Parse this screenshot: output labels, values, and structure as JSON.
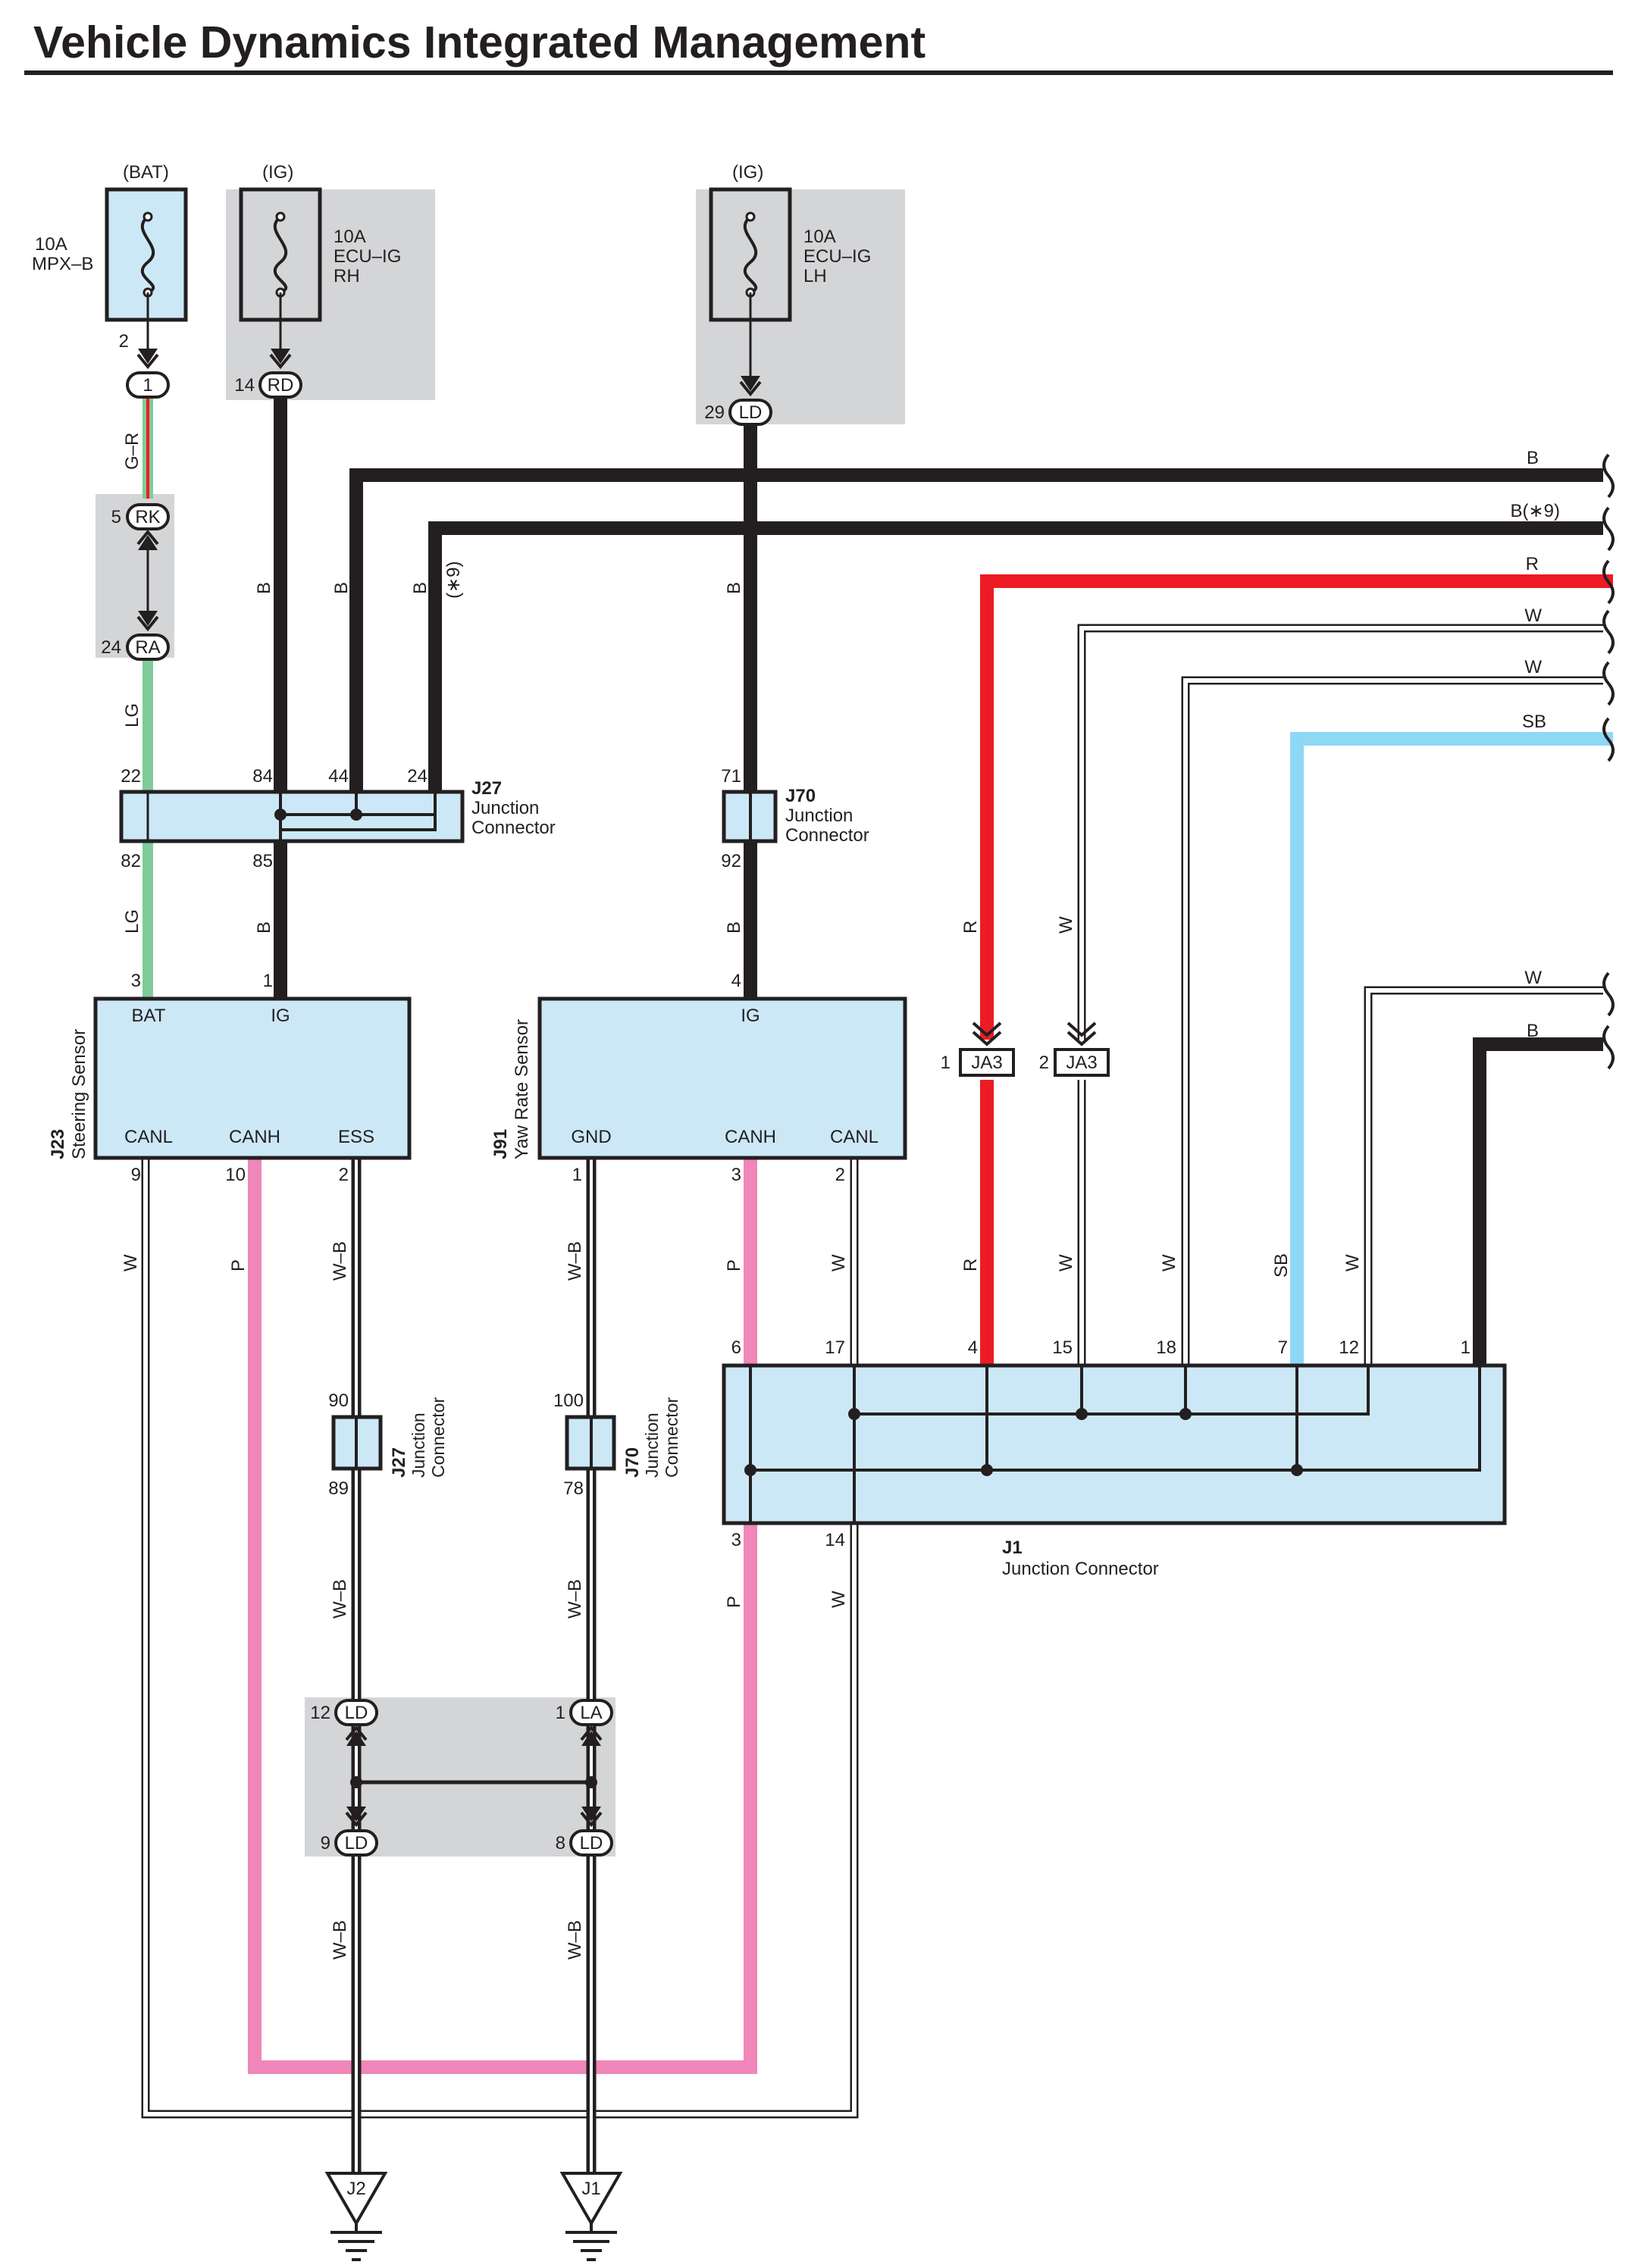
{
  "title": "Vehicle Dynamics Integrated Management",
  "colors": {
    "box_fill": "#cce8f7",
    "gray_fill": "#d4d5d7",
    "wire_black": "#231f20",
    "wire_red": "#ed1c24",
    "wire_green": "#7fcb9c",
    "wire_pink": "#ef87b9",
    "wire_blue": "#8fd8f5"
  },
  "fuses": {
    "mpxb": {
      "supply": "(BAT)",
      "line1": "10A",
      "line2": "MPX–B"
    },
    "ecuig_rh": {
      "supply": "(IG)",
      "line1": "10A",
      "line2": "ECU–IG",
      "line3": "RH"
    },
    "ecuig_lh": {
      "supply": "(IG)",
      "line1": "10A",
      "line2": "ECU–IG",
      "line3": "LH"
    }
  },
  "connectors": {
    "c1": {
      "name": "1",
      "pin": "2"
    },
    "rd": {
      "name": "RD",
      "pin": "14"
    },
    "ld_top": {
      "name": "LD",
      "pin": "29"
    },
    "rk": {
      "name": "RK",
      "pin": "5"
    },
    "ra": {
      "name": "RA",
      "pin": "24"
    },
    "ja3_a": {
      "name": "JA3",
      "pin": "1"
    },
    "ja3_b": {
      "name": "JA3",
      "pin": "2"
    },
    "ld12": {
      "name": "LD",
      "pin": "12"
    },
    "la1": {
      "name": "LA",
      "pin": "1"
    },
    "ld9": {
      "name": "LD",
      "pin": "9"
    },
    "ld8": {
      "name": "LD",
      "pin": "8"
    },
    "gnd_j2": "J2",
    "gnd_j1": "J1"
  },
  "wire_labels": {
    "gr": "G–R",
    "lg1": "LG",
    "lg2": "LG",
    "b_rd": "B",
    "b_44": "B",
    "b_24": "B",
    "b_24_note": "(∗9)",
    "b_ld": "B",
    "b_85": "B",
    "b_92": "B",
    "r_ja3": "R",
    "w_ja3": "W",
    "r_lower": "R",
    "w_15": "W",
    "w_18": "W",
    "sb_7": "SB",
    "w_12": "W",
    "w_canl_left": "W",
    "p_canh_left": "P",
    "wb_ess": "W–B",
    "wb_gnd": "W–B",
    "p_canh_right": "P",
    "w_canl_right": "W",
    "wb_89": "W–B",
    "wb_78": "W–B",
    "p_3": "P",
    "w_14": "W",
    "wb_9": "W–B",
    "wb_8": "W–B"
  },
  "right_edge_labels": [
    "B",
    "B(∗9)",
    "R",
    "W",
    "W",
    "SB",
    "W",
    "B"
  ],
  "j27_upper": {
    "code": "J27",
    "line1": "Junction",
    "line2": "Connector",
    "pins_top": [
      "22",
      "84",
      "44",
      "24"
    ],
    "pins_bottom": [
      "82",
      "85"
    ]
  },
  "j70_upper": {
    "code": "J70",
    "line1": "Junction",
    "line2": "Connector",
    "pin_top": "71",
    "pin_bottom": "92"
  },
  "j27_lower": {
    "code": "J27",
    "line1": "Junction",
    "line2": "Connector",
    "pin_top": "90",
    "pin_bottom": "89"
  },
  "j70_lower": {
    "code": "J70",
    "line1": "Junction",
    "line2": "Connector",
    "pin_top": "100",
    "pin_bottom": "78"
  },
  "j23": {
    "code": "J23",
    "name": "Steering Sensor",
    "terms_top": [
      "BAT",
      "IG"
    ],
    "pins_top": [
      "3",
      "1"
    ],
    "terms_bottom": [
      "CANL",
      "CANH",
      "ESS"
    ],
    "pins_bottom": [
      "9",
      "10",
      "2"
    ]
  },
  "j91": {
    "code": "J91",
    "name": "Yaw Rate Sensor",
    "term_top": "IG",
    "pin_top": "4",
    "terms_bottom": [
      "GND",
      "CANH",
      "CANL"
    ],
    "pins_bottom": [
      "1",
      "3",
      "2"
    ]
  },
  "j1": {
    "code": "J1",
    "name": "Junction Connector",
    "pins_top": [
      "6",
      "17",
      "4",
      "15",
      "18",
      "7",
      "12",
      "1"
    ],
    "pins_bottom": [
      "3",
      "14"
    ]
  }
}
